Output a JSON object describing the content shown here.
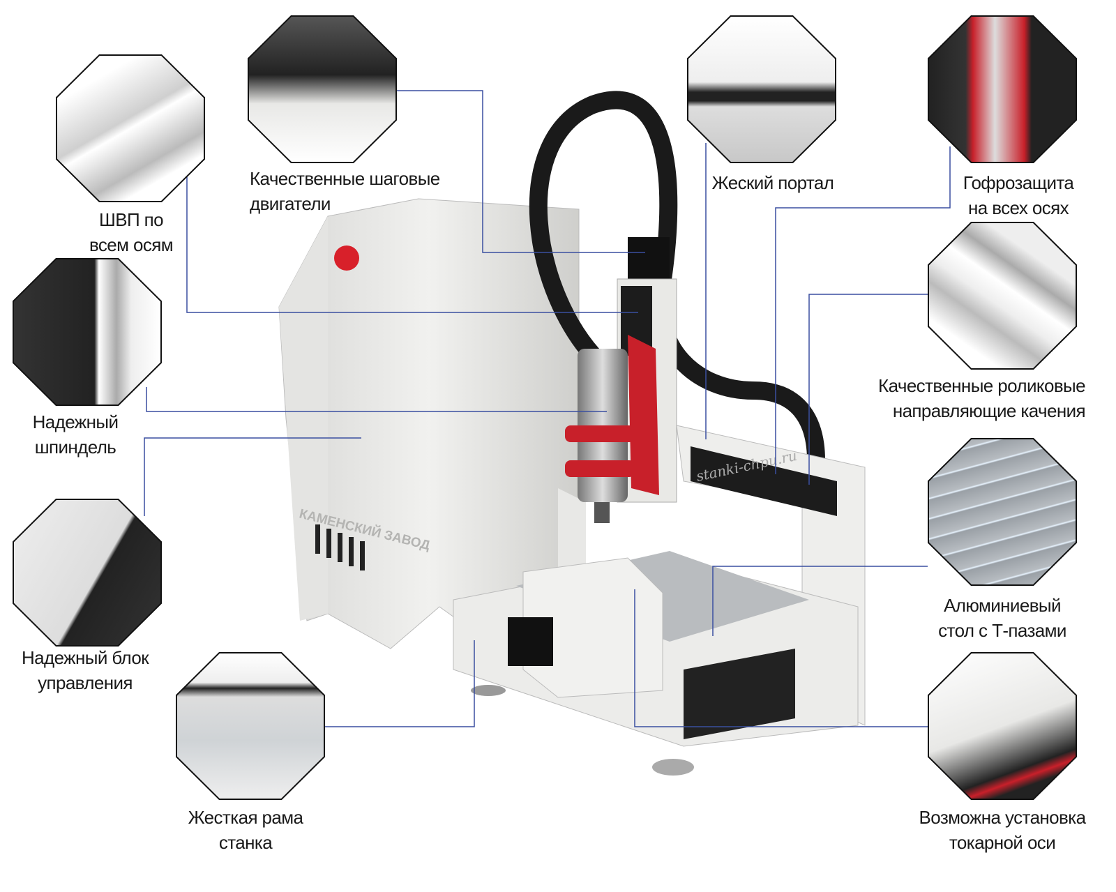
{
  "accent_line_color": "#3a4fa0",
  "features": [
    {
      "id": "ballscrew",
      "line1": "ШВП по",
      "line2": "всем осям",
      "icon": "ballscrew-photo"
    },
    {
      "id": "steppers",
      "line1": "Качественные шаговые",
      "line2": "двигатели",
      "icon": "stepper-motor-photo"
    },
    {
      "id": "portal",
      "line1": "Жеский портал",
      "line2": "",
      "icon": "gantry-photo"
    },
    {
      "id": "bellows",
      "line1": "Гофрозащита",
      "line2": "на всех осях",
      "icon": "bellows-photo"
    },
    {
      "id": "rails",
      "line1": "Качественные роликовые",
      "line2": "направляющие качения",
      "icon": "linear-rail-photo"
    },
    {
      "id": "spindle",
      "line1": "Надежный",
      "line2": "шпиндель",
      "icon": "spindle-vfd-photo"
    },
    {
      "id": "table",
      "line1": "Алюминиевый",
      "line2": "стол с Т-пазами",
      "icon": "t-slot-table-photo"
    },
    {
      "id": "control",
      "line1": "Надежный блок",
      "line2": "управления",
      "icon": "control-box-photo"
    },
    {
      "id": "frame",
      "line1": "Жесткая рама",
      "line2": "станка",
      "icon": "frame-photo"
    },
    {
      "id": "lathe",
      "line1": "Возможна установка",
      "line2": "токарной оси",
      "icon": "rotary-axis-photo"
    }
  ],
  "watermark": "stanki-chpu.ru",
  "brand_lettering": "КАМЕНСКИЙ ЗАВОД"
}
